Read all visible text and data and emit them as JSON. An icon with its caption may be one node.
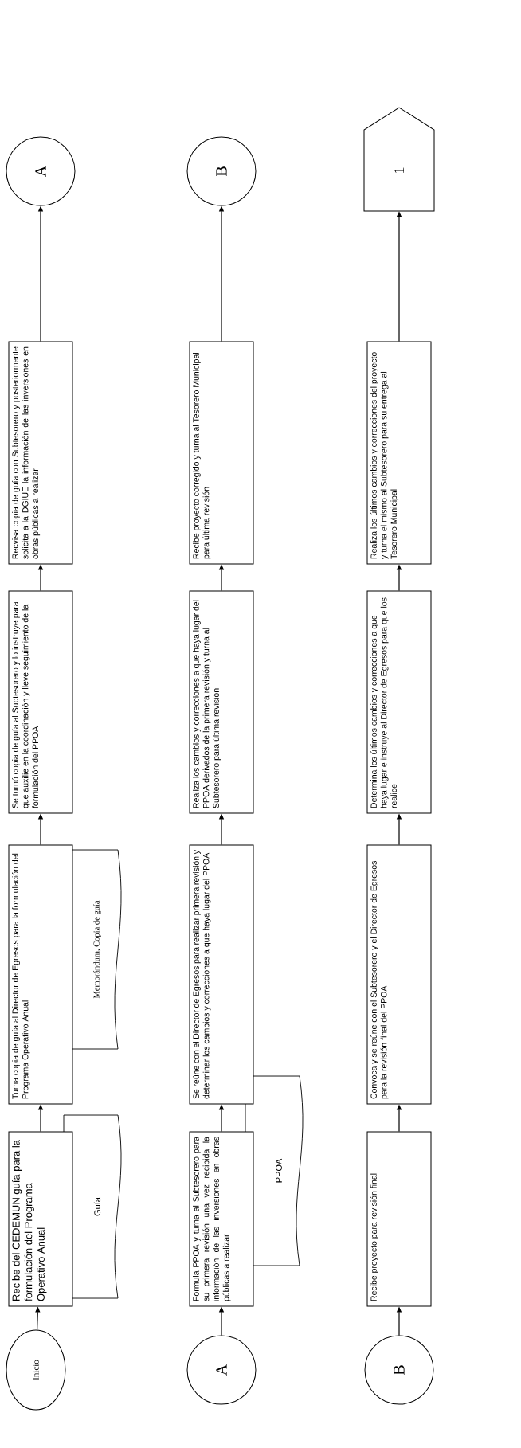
{
  "diagram": {
    "nodes": [
      {
        "text": [
          "Inicio"
        ]
      },
      {
        "text": [
          "Recibe del CEDEMUN guía para la formulación del Programa Operativo Anual"
        ]
      },
      {
        "text": [
          "Guía"
        ]
      },
      {
        "text": [
          "Turna copia de guía al Director de Egresos para la formulación del Programa Operativo Anual"
        ]
      },
      {
        "text": [
          "Memorándum, Copia de guía"
        ]
      },
      {
        "text": [
          "Se turnó copia de guía al Subtesorero y lo instruye para que auxilie en la coordinación y lleve seguimiento de la formulación del PPOA"
        ]
      },
      {
        "text": [
          "Recvisa copia de guía con Subtesorero y posteriormente solicita a la DGIUE la información de las inversiones en obras públicas a realizar"
        ]
      },
      {
        "text": [
          "A"
        ]
      },
      {
        "text": [
          "A"
        ]
      },
      {
        "text": [
          "Formula PPOA y turna al Subtesorero para su primera revisión una vez recibida la información de las inversiones en obras públicas a realizar"
        ]
      },
      {
        "text": [
          "PPOA"
        ]
      },
      {
        "text": [
          "Se reúne con el Director de Egresos para realizar primera revisión y determinar los cambios y correcciones a que haya lugar del PPOA"
        ]
      },
      {
        "text": [
          "Realiza los cambios y correcciones a que haya lugar del PPOA derivados de la primera revisión y turna al Subtesorero para última revisión"
        ]
      },
      {
        "text": [
          "Recibe proyecto corregido y turna al Tesorero Municipal para última revisión"
        ]
      },
      {
        "text": [
          "B"
        ]
      },
      {
        "text": [
          "B"
        ]
      },
      {
        "text": [
          "Recibe proyecto para revisión final"
        ]
      },
      {
        "text": [
          "Convoca y se reúne con el Subtesorero y el Director de Egresos para la revisión final del PPOA"
        ]
      },
      {
        "text": [
          "Determina los últimos cambios y correcciones a que haya lugar e instruye al Director de Egresos para que los realice"
        ]
      },
      {
        "text": [
          "Realiza los últimos cambios y correcciones del proyecto y turna el mismo al Subtesorero para su entrega al Tesorero Municipal"
        ]
      },
      {
        "text": [
          "1"
        ]
      }
    ],
    "edges": [
      {
        "from": 0,
        "to": 1,
        "arrow": "to"
      },
      {
        "from": 1,
        "to": 3,
        "arrow": "to"
      },
      {
        "from": 3,
        "to": 5,
        "arrow": "to"
      },
      {
        "from": 5,
        "to": 6,
        "arrow": "to"
      },
      {
        "from": 6,
        "to": 7,
        "arrow": "to"
      },
      {
        "from": 8,
        "to": 9,
        "arrow": "to"
      },
      {
        "from": 9,
        "to": 11,
        "arrow": "to"
      },
      {
        "from": 11,
        "to": 12,
        "arrow": "to"
      },
      {
        "from": 12,
        "to": 13,
        "arrow": "to"
      },
      {
        "from": 13,
        "to": 14,
        "arrow": "to"
      },
      {
        "from": 15,
        "to": 16,
        "arrow": "to"
      },
      {
        "from": 16,
        "to": 17,
        "arrow": "to"
      },
      {
        "from": 17,
        "to": 18,
        "arrow": "to"
      },
      {
        "from": 18,
        "to": 19,
        "arrow": "to"
      },
      {
        "from": 19,
        "to": 20,
        "arrow": "to"
      }
    ]
  }
}
